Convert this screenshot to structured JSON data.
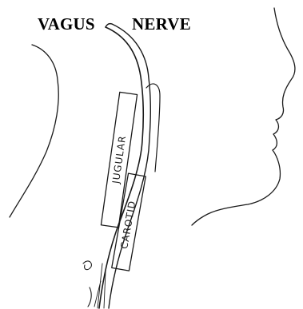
{
  "title": {
    "left_word": "VAGUS",
    "right_word": "NERVE"
  },
  "labels": {
    "jugular": "JUGULAR",
    "carotid": "CAROTID"
  }
}
